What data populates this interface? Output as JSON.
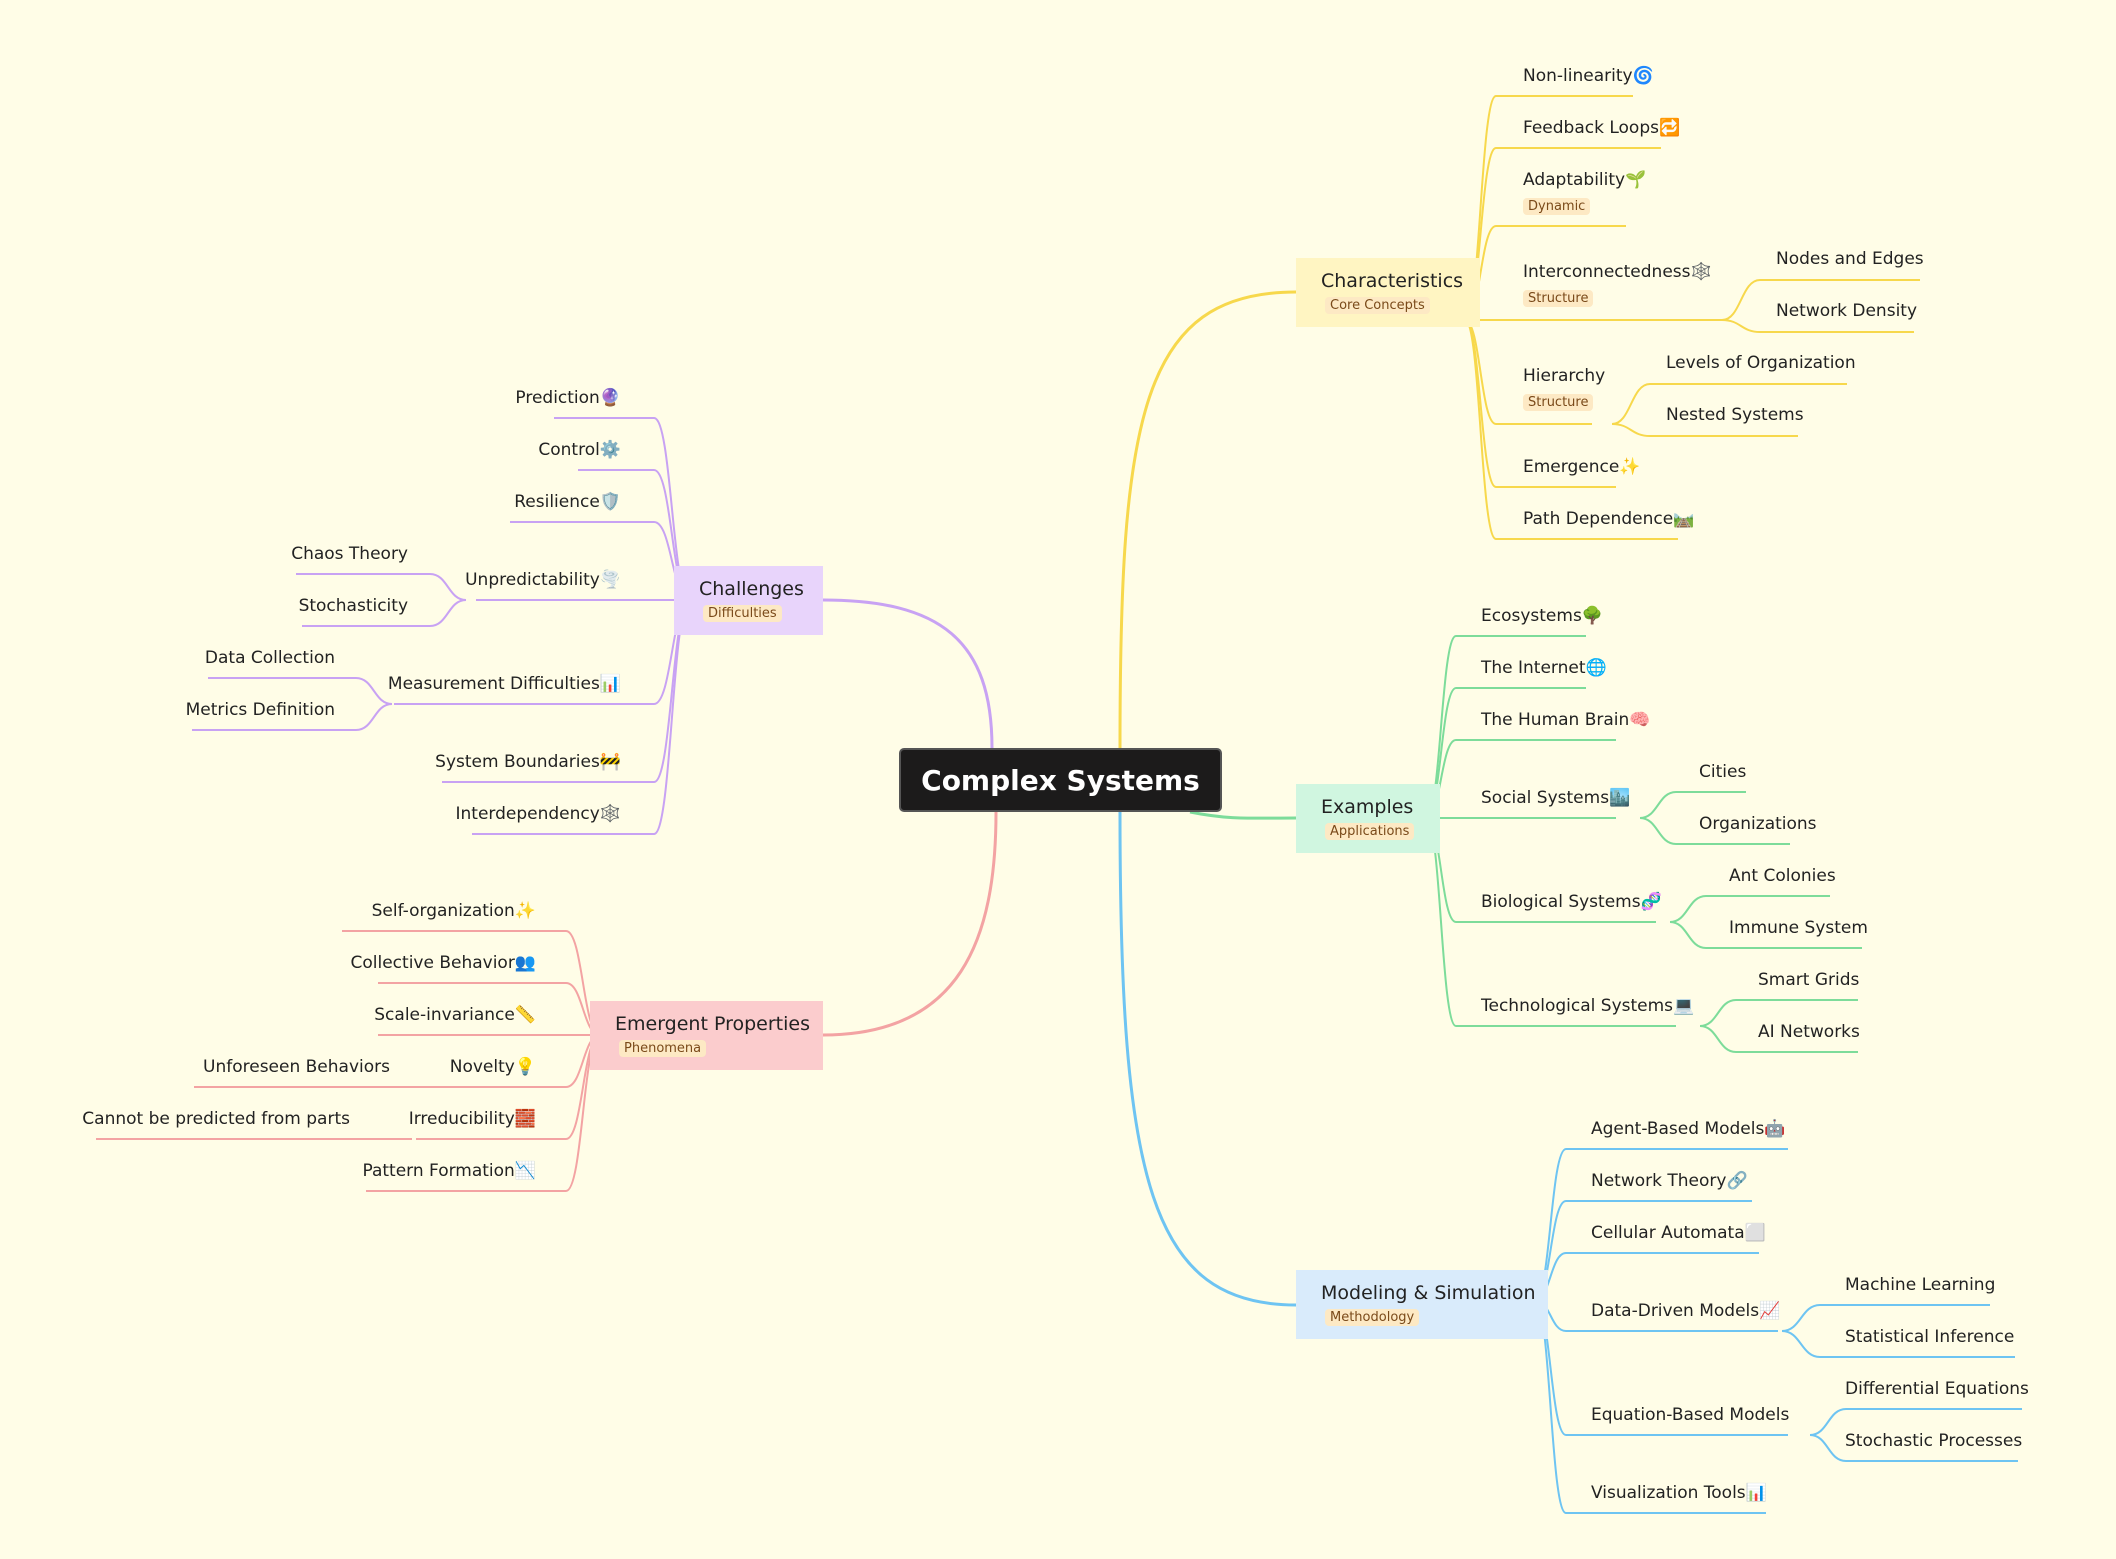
{
  "root": {
    "label": "Complex Systems"
  },
  "colors": {
    "characteristics": "#f7d84c",
    "examples": "#7ddc9a",
    "modeling": "#6ec4f2",
    "challenges": "#c8a2f3",
    "emergent": "#f3a3a3"
  },
  "characteristics": {
    "title": "Characteristics",
    "tag": "Core Concepts",
    "items": [
      {
        "label": "Non-linearity🌀"
      },
      {
        "label": "Feedback Loops🔁"
      },
      {
        "label": "Adaptability🌱",
        "tag": "Dynamic"
      },
      {
        "label": "Interconnectedness🕸️",
        "tag": "Structure",
        "children": [
          "Nodes and Edges",
          "Network Density"
        ]
      },
      {
        "label": "Hierarchy",
        "tag": "Structure",
        "children": [
          "Levels of Organization",
          "Nested Systems"
        ]
      },
      {
        "label": "Emergence✨"
      },
      {
        "label": "Path Dependence🛤️"
      }
    ]
  },
  "examples": {
    "title": "Examples",
    "tag": "Applications",
    "items": [
      {
        "label": "Ecosystems🌳"
      },
      {
        "label": "The Internet🌐"
      },
      {
        "label": "The Human Brain🧠"
      },
      {
        "label": "Social Systems🏙️",
        "children": [
          "Cities",
          "Organizations"
        ]
      },
      {
        "label": "Biological Systems🧬",
        "children": [
          "Ant Colonies",
          "Immune System"
        ]
      },
      {
        "label": "Technological Systems💻",
        "children": [
          "Smart Grids",
          "AI Networks"
        ]
      }
    ]
  },
  "modeling": {
    "title": "Modeling & Simulation",
    "tag": "Methodology",
    "items": [
      {
        "label": "Agent-Based Models🤖"
      },
      {
        "label": "Network Theory🔗"
      },
      {
        "label": "Cellular Automata⬜"
      },
      {
        "label": "Data-Driven Models📈",
        "children": [
          "Machine Learning",
          "Statistical Inference"
        ]
      },
      {
        "label": "Equation-Based Models",
        "children": [
          "Differential Equations",
          "Stochastic Processes"
        ]
      },
      {
        "label": "Visualization Tools📊"
      }
    ]
  },
  "challenges": {
    "title": "Challenges",
    "tag": "Difficulties",
    "items": [
      {
        "label": "Prediction🔮"
      },
      {
        "label": "Control⚙️"
      },
      {
        "label": "Resilience🛡️"
      },
      {
        "label": "Unpredictability🌪️",
        "children": [
          "Chaos Theory",
          "Stochasticity"
        ]
      },
      {
        "label": "Measurement Difficulties📊",
        "children": [
          "Data Collection",
          "Metrics Definition"
        ]
      },
      {
        "label": "System Boundaries🚧"
      },
      {
        "label": "Interdependency🕸️"
      }
    ]
  },
  "emergent": {
    "title": "Emergent Properties",
    "tag": "Phenomena",
    "items": [
      {
        "label": "Self-organization✨"
      },
      {
        "label": "Collective Behavior👥"
      },
      {
        "label": "Scale-invariance📏"
      },
      {
        "label": "Novelty💡",
        "children": [
          "Unforeseen Behaviors"
        ]
      },
      {
        "label": "Irreducibility🧱",
        "children": [
          "Cannot be predicted from parts"
        ]
      },
      {
        "label": "Pattern Formation📉"
      }
    ]
  }
}
